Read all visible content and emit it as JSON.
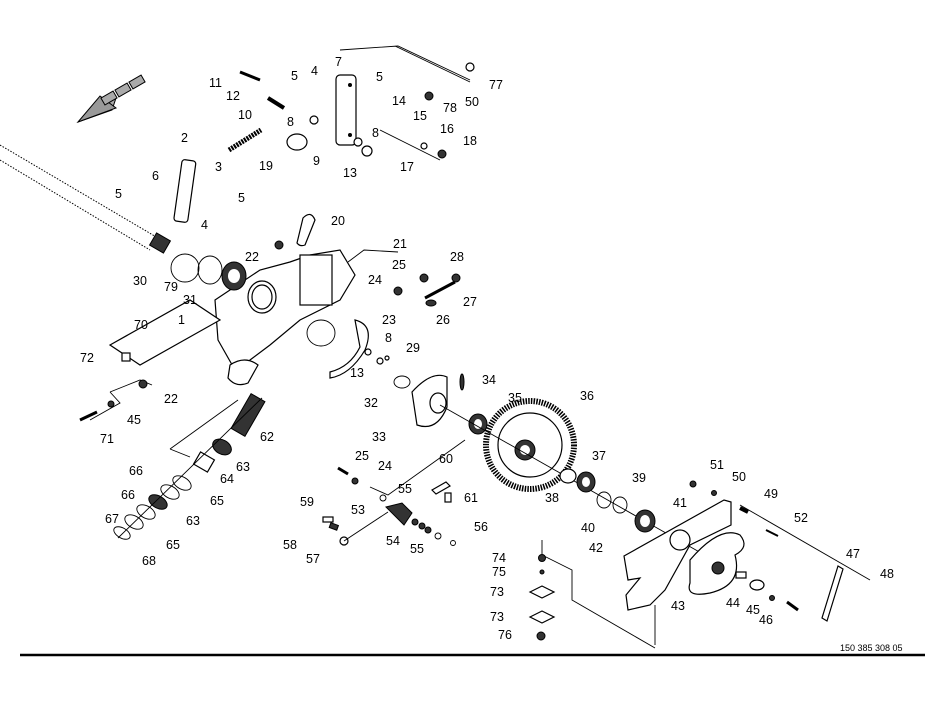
{
  "diagram": {
    "title": "Exploded parts diagram - gearbox / drive assembly",
    "document_number": "150 385 308 05",
    "part_labels": [
      "11",
      "12",
      "5",
      "4",
      "7",
      "5",
      "77",
      "50",
      "78",
      "14",
      "10",
      "8",
      "15",
      "16",
      "8",
      "9",
      "13",
      "17",
      "18",
      "2",
      "19",
      "3",
      "6",
      "5",
      "5",
      "4",
      "20",
      "21",
      "22",
      "25",
      "28",
      "24",
      "27",
      "30",
      "79",
      "31",
      "1",
      "26",
      "23",
      "70",
      "8",
      "29",
      "72",
      "13",
      "34",
      "22",
      "35",
      "36",
      "32",
      "45",
      "33",
      "71",
      "62",
      "63",
      "37",
      "25",
      "24",
      "60",
      "64",
      "66",
      "39",
      "38",
      "55",
      "61",
      "51",
      "50",
      "49",
      "65",
      "66",
      "59",
      "53",
      "41",
      "40",
      "63",
      "56",
      "52",
      "67",
      "54",
      "65",
      "58",
      "55",
      "42",
      "57",
      "68",
      "74",
      "47",
      "75",
      "48",
      "73",
      "44",
      "45",
      "43",
      "46",
      "73",
      "76"
    ]
  }
}
